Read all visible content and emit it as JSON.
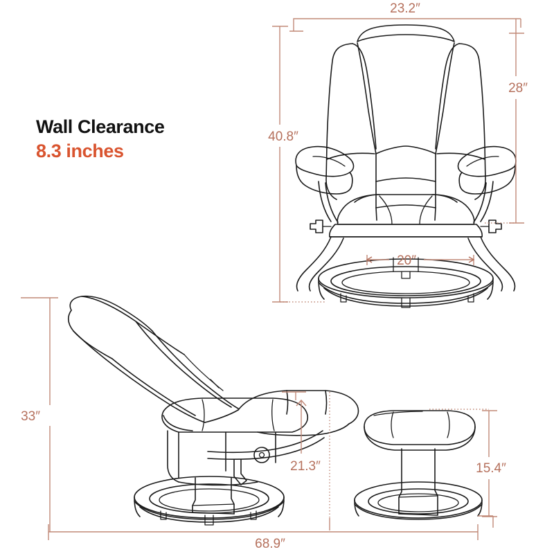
{
  "page": {
    "type": "product-dimension-diagram",
    "product": "swivel recliner chair with ottoman",
    "background_color": "#ffffff",
    "line_color": "#1a1a1a",
    "dimension_color": "#b5705c",
    "accent_color": "#d9542f"
  },
  "callout": {
    "title": "Wall Clearance",
    "value": "8.3 inches"
  },
  "views": [
    {
      "name": "front-view-chair",
      "label": "Chair front view"
    },
    {
      "name": "side-view-reclined-chair",
      "label": "Chair reclined side view"
    },
    {
      "name": "side-view-ottoman",
      "label": "Ottoman side view"
    }
  ],
  "dimensions": {
    "chair_front_width": "23.2″",
    "chair_front_height": "40.8″",
    "chair_back_height": "28″",
    "chair_base_width": "20″",
    "chair_reclined_height": "33″",
    "chair_reclined_seat_height": "21.3″",
    "ottoman_height": "15.4″",
    "reclined_total_length": "68.9″"
  },
  "dimension_list": [
    {
      "id": "w-232",
      "value": "23.2″",
      "orientation": "horizontal",
      "view": "front-view-chair",
      "describes": "overall width"
    },
    {
      "id": "h-408",
      "value": "40.8″",
      "orientation": "vertical",
      "view": "front-view-chair",
      "describes": "overall height"
    },
    {
      "id": "h-28",
      "value": "28″",
      "orientation": "vertical",
      "view": "front-view-chair",
      "describes": "backrest height"
    },
    {
      "id": "w-20",
      "value": "20″",
      "orientation": "horizontal",
      "view": "front-view-chair",
      "describes": "base diameter"
    },
    {
      "id": "h-33",
      "value": "33″",
      "orientation": "vertical",
      "view": "side-view-reclined-chair",
      "describes": "reclined height"
    },
    {
      "id": "h-213",
      "value": "21.3″",
      "orientation": "vertical",
      "view": "side-view-reclined-chair",
      "describes": "seat/arm height"
    },
    {
      "id": "h-154",
      "value": "15.4″",
      "orientation": "vertical",
      "view": "side-view-ottoman",
      "describes": "ottoman height"
    },
    {
      "id": "l-689",
      "value": "68.9″",
      "orientation": "horizontal",
      "view": "side-view-reclined-chair",
      "describes": "reclined total length"
    }
  ]
}
